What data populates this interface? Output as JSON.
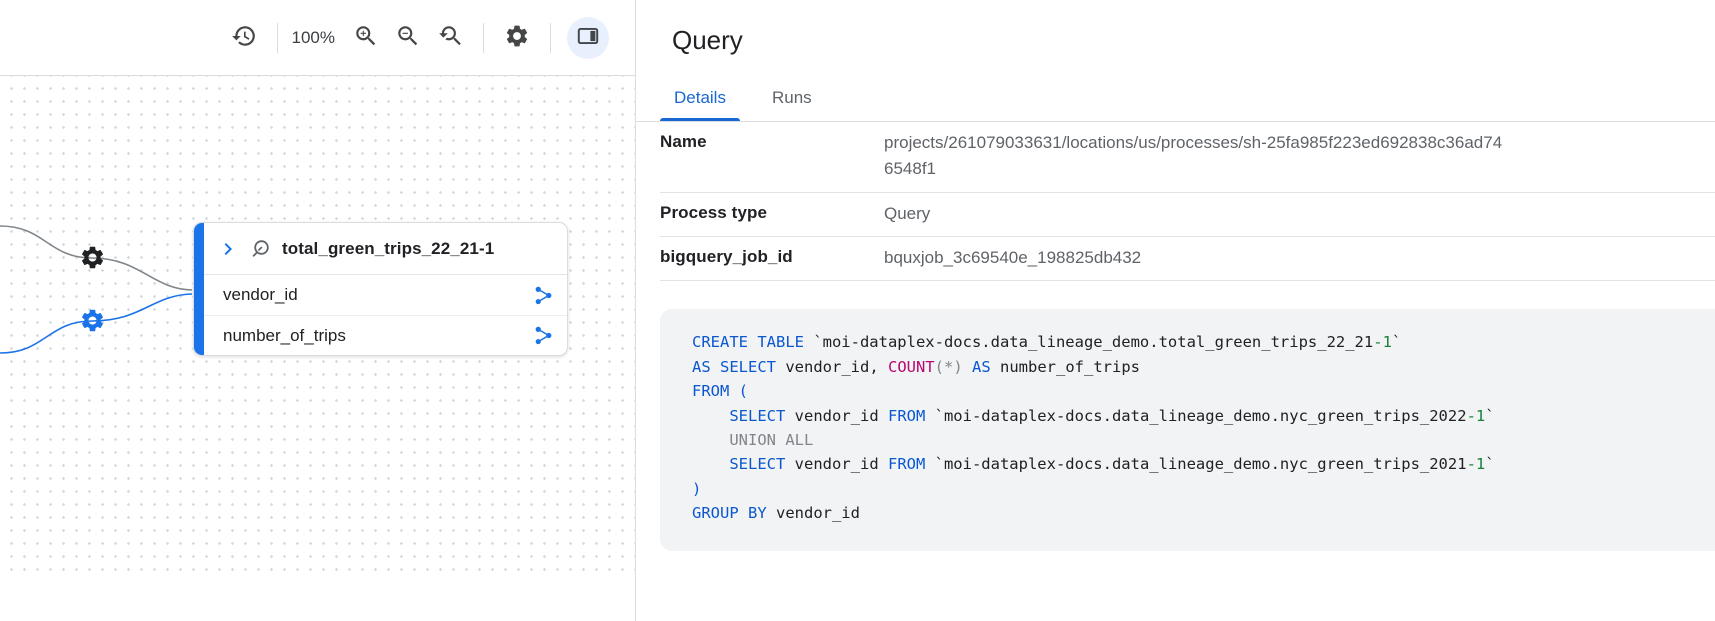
{
  "toolbar": {
    "zoom_level": "100%"
  },
  "canvas": {
    "node": {
      "title": "total_green_trips_22_21-1",
      "fields": [
        {
          "name": "vendor_id"
        },
        {
          "name": "number_of_trips"
        }
      ]
    }
  },
  "panel": {
    "title": "Query",
    "tabs": {
      "details": "Details",
      "runs": "Runs"
    },
    "details": {
      "rows": [
        {
          "label": "Name",
          "value": "projects/261079033631/locations/us/processes/sh-25fa985f223ed692838c36ad746548f1"
        },
        {
          "label": "Process type",
          "value": "Query"
        },
        {
          "label": "bigquery_job_id",
          "value": "bquxjob_3c69540e_198825db432"
        }
      ]
    }
  },
  "colors": {
    "accent_blue": "#1a73e8",
    "active_tab_blue": "#1967d2",
    "code_keyword": "#0b57d0",
    "code_function": "#b80672",
    "code_number": "#188038",
    "code_muted": "#80868b",
    "code_plain": "#202124"
  },
  "code": {
    "lines": [
      [
        {
          "t": "CREATE TABLE",
          "c": "keyword"
        },
        {
          "t": " `moi-dataplex-docs.data_lineage_demo.total_green_trips_22_21",
          "c": "plain"
        },
        {
          "t": "-1",
          "c": "number"
        },
        {
          "t": "`",
          "c": "plain"
        }
      ],
      [
        {
          "t": "AS SELECT",
          "c": "keyword"
        },
        {
          "t": " vendor_id, ",
          "c": "plain"
        },
        {
          "t": "COUNT",
          "c": "function"
        },
        {
          "t": "(*)",
          "c": "muted"
        },
        {
          "t": " ",
          "c": "plain"
        },
        {
          "t": "AS",
          "c": "keyword"
        },
        {
          "t": " number_of_trips",
          "c": "plain"
        }
      ],
      [
        {
          "t": "FROM",
          "c": "keyword"
        },
        {
          "t": " (",
          "c": "keyword"
        }
      ],
      [
        {
          "t": "    ",
          "c": "plain"
        },
        {
          "t": "SELECT",
          "c": "keyword"
        },
        {
          "t": " vendor_id ",
          "c": "plain"
        },
        {
          "t": "FROM",
          "c": "keyword"
        },
        {
          "t": " `moi-dataplex-docs.data_lineage_demo.nyc_green_trips_2022",
          "c": "plain"
        },
        {
          "t": "-1",
          "c": "number"
        },
        {
          "t": "`",
          "c": "plain"
        }
      ],
      [
        {
          "t": "    UNION ALL",
          "c": "muted"
        }
      ],
      [
        {
          "t": "    ",
          "c": "plain"
        },
        {
          "t": "SELECT",
          "c": "keyword"
        },
        {
          "t": " vendor_id ",
          "c": "plain"
        },
        {
          "t": "FROM",
          "c": "keyword"
        },
        {
          "t": " `moi-dataplex-docs.data_lineage_demo.nyc_green_trips_2021",
          "c": "plain"
        },
        {
          "t": "-1",
          "c": "number"
        },
        {
          "t": "`",
          "c": "plain"
        }
      ],
      [
        {
          "t": ")",
          "c": "keyword"
        }
      ],
      [
        {
          "t": "GROUP BY",
          "c": "keyword"
        },
        {
          "t": " vendor_id",
          "c": "plain"
        }
      ]
    ]
  }
}
